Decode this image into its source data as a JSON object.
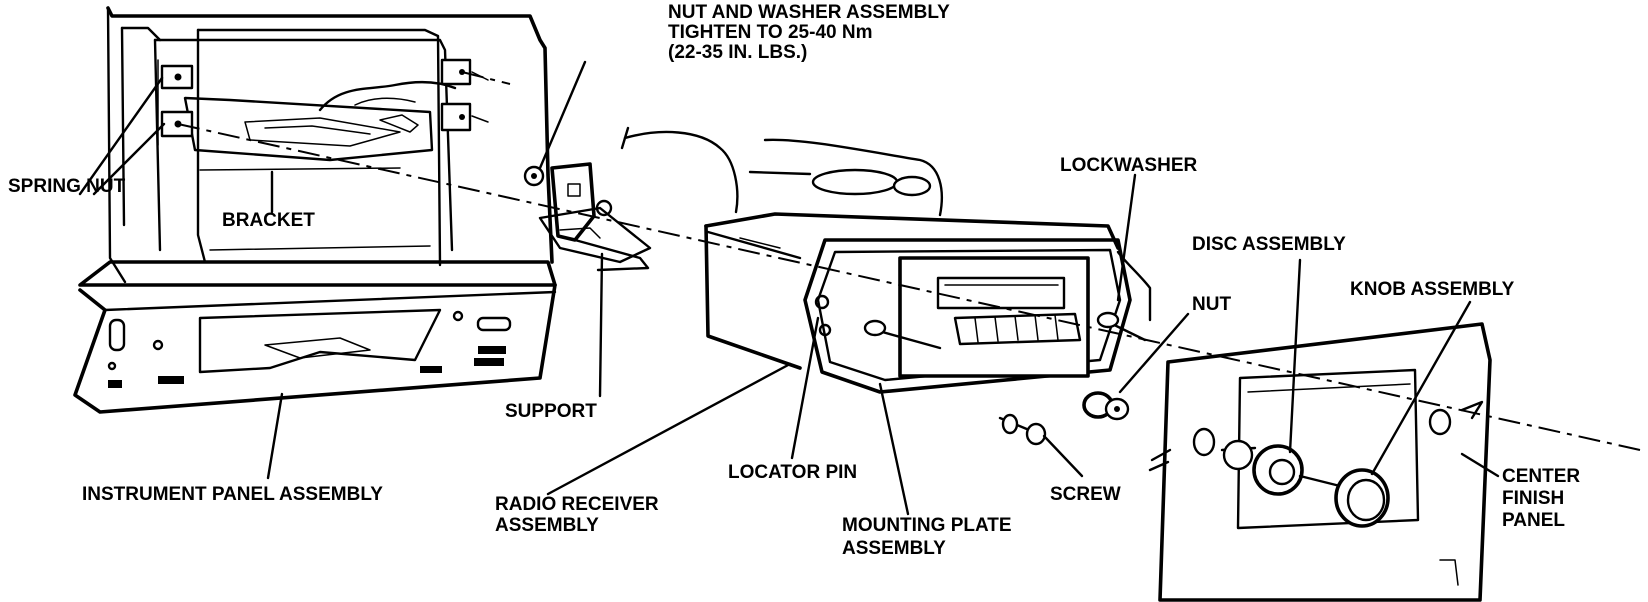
{
  "labels": {
    "nut_washer_line1": "NUT AND WASHER ASSEMBLY",
    "nut_washer_line2": "TIGHTEN TO 25-40 Nm",
    "nut_washer_line3": "(22-35 IN. LBS.)",
    "spring_nut": "SPRING NUT",
    "bracket": "BRACKET",
    "instrument_panel": "INSTRUMENT PANEL ASSEMBLY",
    "support": "SUPPORT",
    "radio_line1": "RADIO RECEIVER",
    "radio_line2": "ASSEMBLY",
    "locator_pin": "LOCATOR PIN",
    "mounting_line1": "MOUNTING PLATE",
    "mounting_line2": "ASSEMBLY",
    "lockwasher": "LOCKWASHER",
    "disc_assembly": "DISC ASSEMBLY",
    "nut": "NUT",
    "knob_assembly": "KNOB ASSEMBLY",
    "screw": "SCREW",
    "center_line1": "CENTER",
    "center_line2": "FINISH",
    "center_line3": "PANEL"
  }
}
